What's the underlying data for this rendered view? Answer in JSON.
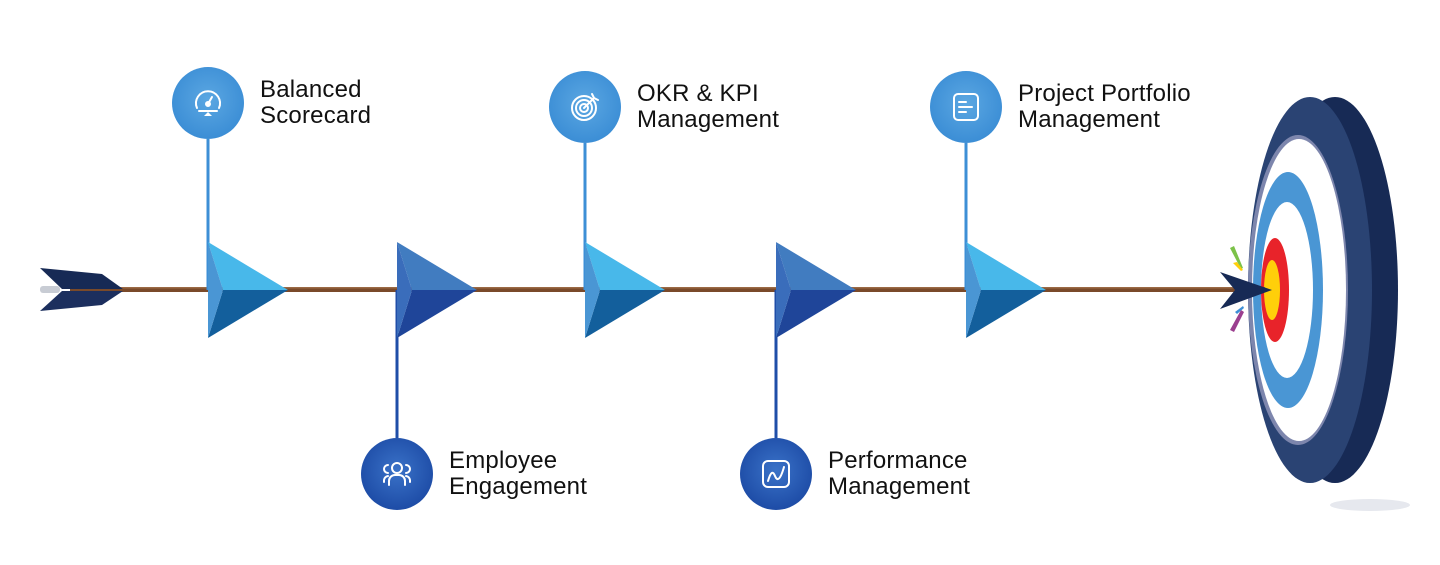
{
  "diagram": {
    "title": "",
    "flow_direction": "left-to-right",
    "colors": {
      "shaft": "#7a4a2a",
      "flag_light_top": "#48b8ea",
      "flag_light_bottom": "#135f9c",
      "flag_light_edge": "#4a96d4",
      "flag_dark_top": "#417cc0",
      "flag_dark_bottom": "#1f4599",
      "flag_dark_edge": "#3a6dbb",
      "circle_light": "#3d8fd6",
      "circle_dark": "#1f4ea8",
      "fletching": "#172a55",
      "target_outer": "#2a4373",
      "target_side": "#172a55",
      "target_white": "#ffffff",
      "target_blue": "#4a96d4",
      "target_red": "#e8232a",
      "target_yellow": "#ffcf0a"
    },
    "milestones": [
      {
        "id": "balanced-scorecard",
        "position": "top",
        "icon": "gauge-icon",
        "lines": [
          "Balanced",
          "Scorecard"
        ]
      },
      {
        "id": "employee-engagement",
        "position": "bottom",
        "icon": "users-icon",
        "lines": [
          "Employee",
          "Engagement"
        ]
      },
      {
        "id": "okr-kpi-management",
        "position": "top",
        "icon": "target-icon",
        "lines": [
          "OKR & KPI",
          "Management"
        ]
      },
      {
        "id": "performance-management",
        "position": "bottom",
        "icon": "line-chart-icon",
        "lines": [
          "Performance",
          "Management"
        ]
      },
      {
        "id": "project-portfolio-management",
        "position": "top",
        "icon": "document-icon",
        "lines": [
          "Project Portfolio",
          "Management"
        ]
      }
    ],
    "endpoint": {
      "icon": "bullseye-target-icon",
      "label": ""
    }
  }
}
